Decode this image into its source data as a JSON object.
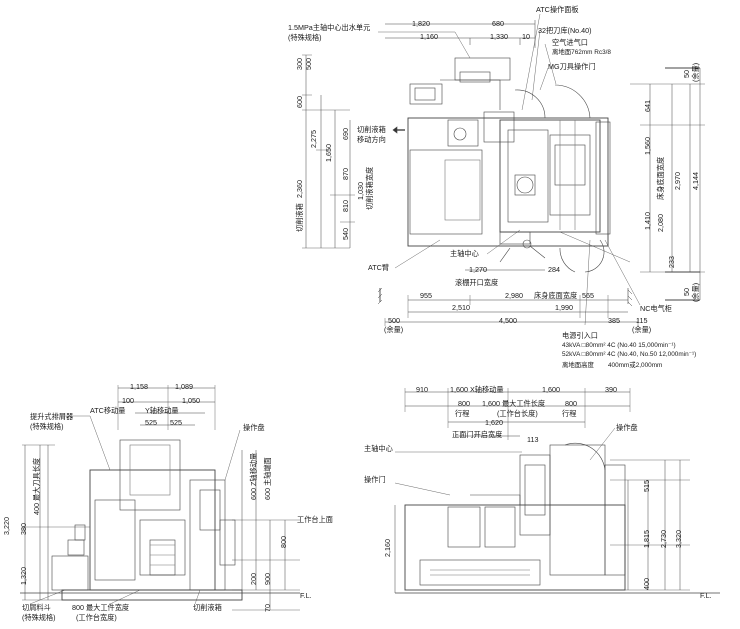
{
  "labels": {
    "top_unit_1": "1.5MPa主轴中心出水单元",
    "top_unit_2": "(特殊规格)",
    "atc_panel": "ATC操作面板",
    "tool_mag_32": "32把刀库(No.40)",
    "air_inlet": "空气进气口",
    "air_inlet_h": "离地面762mm Rc3/8",
    "mg_tool_panel": "MG刀具操作门",
    "chip_dir_1": "切削液箱",
    "chip_dir_2": "移动方向",
    "spindle_center_top": "主轴中心",
    "atc_arm": "ATC臂",
    "guard_open_w": "滚棚开口宽度",
    "bed_w": "床身底面宽度",
    "nc_cabinet": "NC电气柜",
    "power_inlet": "电源引入口",
    "power_43": "43kVA □80mm² 4C (No.40 15,000min⁻¹)",
    "power_52": "52kVA □80mm² 4C (No.40, No.50 12,000min⁻¹)",
    "floor_h": "离地面高度",
    "floor_h_val": "400mm或2,000mm",
    "margin": "(余量)",
    "bed_depth": "床身底面宽度",
    "cut_tank_v": "切削液箱",
    "sub_tank_v": "切削液箱宽度",
    "chip_lift_1": "提升式排屑器",
    "chip_lift_2": "(特殊规格)",
    "atc_move": "ATC移动量",
    "y_move": "Y轴移动量",
    "op_panel_left": "操作盘",
    "max_tool_len": "400 最大刀具长度",
    "z_move": "600 Z轴移动量",
    "spindle_table": "600 主轴端面",
    "table_top": "工作台上面",
    "fl": "F.L.",
    "chip_bucket_1": "切屑料斗",
    "chip_bucket_2": "(特殊规格)",
    "max_work_w": "800 最大工件宽度",
    "table_w": "(工作台宽度)",
    "coolant_tank": "切削液箱",
    "x_move": "1,600 X轴移动量",
    "max_work_len": "1,600 最大工件长度",
    "table_len": "(工作台长度)",
    "travel": "行程",
    "front_door_w": "正面门开启宽度",
    "spindle_center_front": "主轴中心",
    "op_panel_right": "操作盘",
    "op_door": "操作门"
  },
  "dims": {
    "d1820": "1,820",
    "d680": "680",
    "d1160": "1,160",
    "d1330": "1,330",
    "d10": "10",
    "d300": "300",
    "d500": "500",
    "d600": "600",
    "d2275": "2,275",
    "d1650": "1,650",
    "d690": "690",
    "d2360": "2,360",
    "d870": "870",
    "d1030": "1,030",
    "d810": "810",
    "d540": "540",
    "d641": "641",
    "d1560": "1,560",
    "d4144": "4,144",
    "d2970": "2,970",
    "d1410": "1,410",
    "d2080": "2,080",
    "d233": "233",
    "d50a": "50",
    "d50b": "50",
    "d1270": "1,270",
    "d284": "284",
    "d955": "955",
    "d2980": "2,980",
    "d565": "565",
    "d2510": "2,510",
    "d1990": "1,990",
    "d385": "385",
    "d115": "115",
    "d4500": "4,500",
    "d500b": "500",
    "d1158": "1,158",
    "d1089": "1,089",
    "d100": "100",
    "d1050": "1,050",
    "d525a": "525",
    "d525b": "525",
    "d3220": "3,220",
    "d380": "380",
    "d1320": "1,320",
    "d800a": "800",
    "d200": "200",
    "d900": "900",
    "d70": "70",
    "d910": "910",
    "d1600": "1,600",
    "d390": "390",
    "d800b": "800",
    "d800c": "800",
    "d1620": "1,620",
    "d113": "113",
    "d515": "515",
    "d1815": "1,815",
    "d2730": "2,730",
    "d3320": "3,320",
    "d400": "400",
    "d2160": "2,160"
  }
}
